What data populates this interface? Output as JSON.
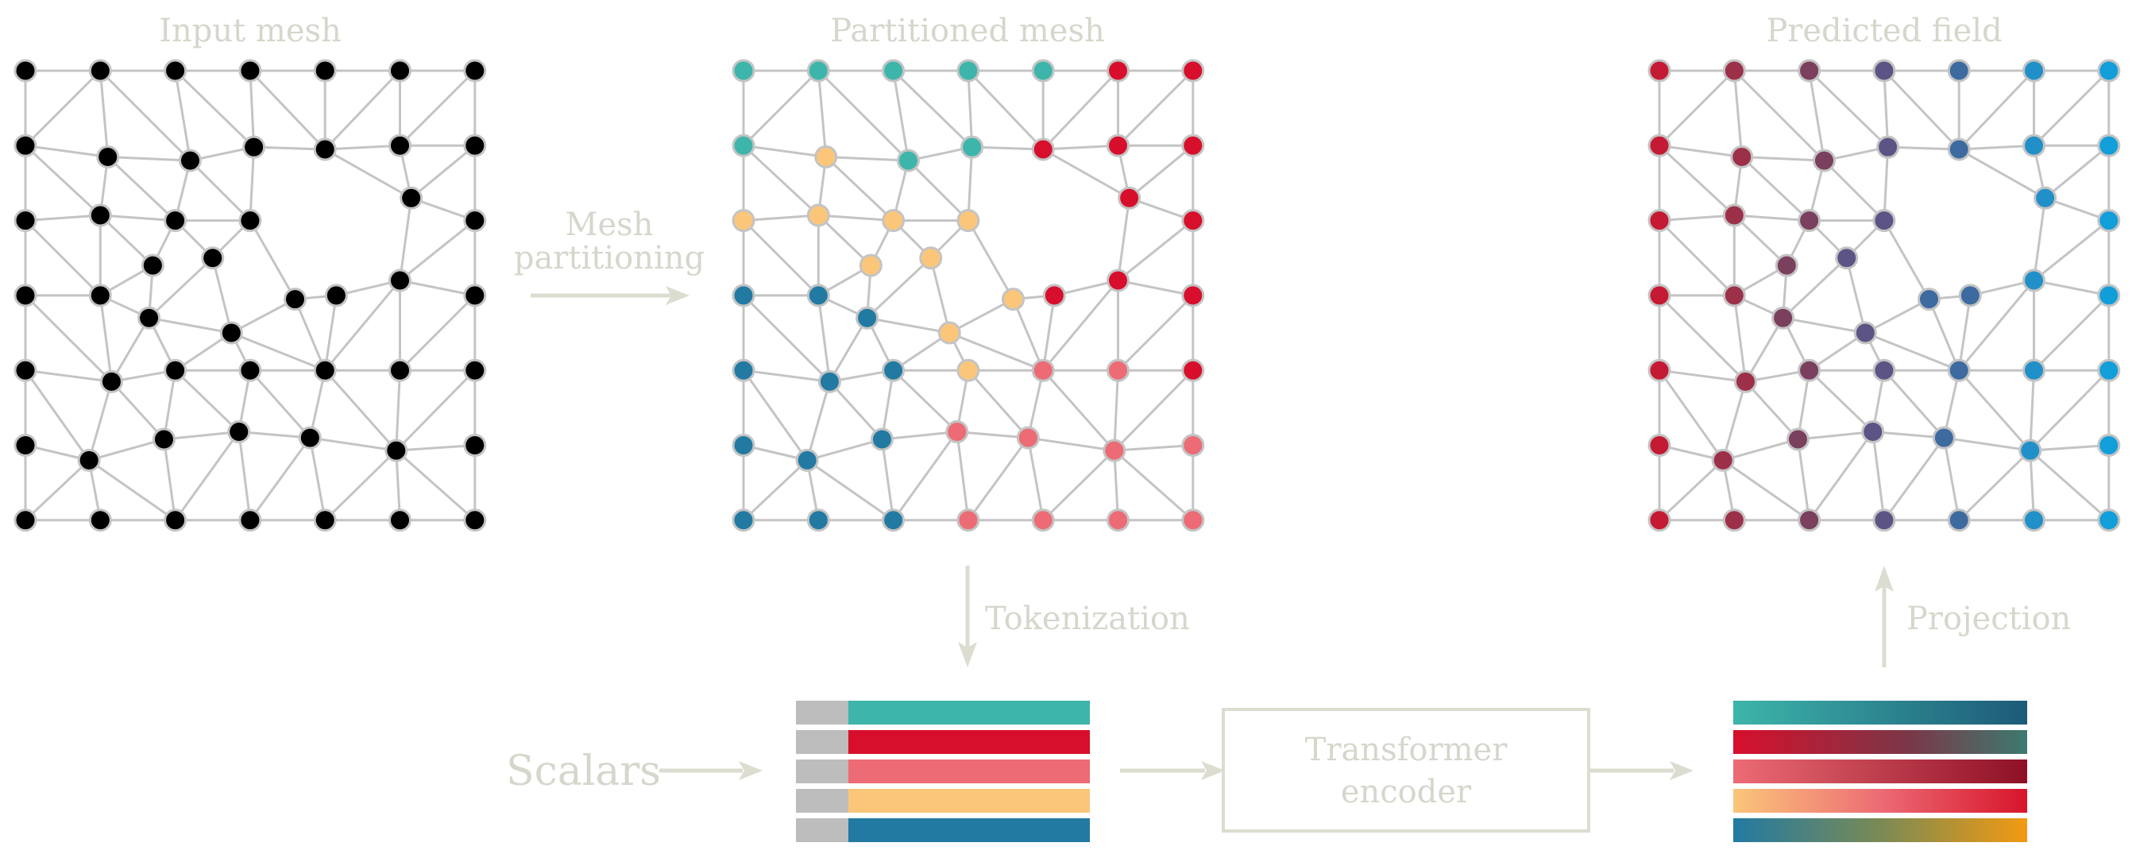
{
  "labels": {
    "input_mesh": "Input mesh",
    "partitioned_mesh": "Partitioned mesh",
    "predicted_field": "Predicted field",
    "mesh_partitioning_1": "Mesh",
    "mesh_partitioning_2": "partitioning",
    "tokenization": "Tokenization",
    "projection": "Projection",
    "scalars": "Scalars",
    "transformer_1": "Transformer",
    "transformer_2": "encoder"
  },
  "colors": {
    "black": "#000000",
    "teal": "#3db5aa",
    "red": "#d70f2c",
    "pink": "#ec6b74",
    "yellow": "#fbc67a",
    "blue": "#227aa2",
    "scalar_gray": "#bdbdbd",
    "field": [
      "#c41a33",
      "#9d3049",
      "#7a405e",
      "#5c5484",
      "#3d6ba0",
      "#2290c8",
      "#129ed9"
    ]
  },
  "mesh": {
    "nodes": [
      [
        0,
        0
      ],
      [
        1,
        0
      ],
      [
        2,
        0
      ],
      [
        3,
        0
      ],
      [
        4,
        0
      ],
      [
        5,
        0
      ],
      [
        6,
        0
      ],
      [
        0,
        1
      ],
      [
        1.1,
        1.15
      ],
      [
        2.2,
        1.2
      ],
      [
        3.05,
        1.02
      ],
      [
        4.0,
        1.05
      ],
      [
        5.0,
        1.0
      ],
      [
        6,
        1
      ],
      [
        0,
        2
      ],
      [
        1.0,
        1.93
      ],
      [
        2.0,
        2.0
      ],
      [
        3.0,
        2.0
      ],
      [
        5.15,
        1.7
      ],
      [
        6,
        2
      ],
      [
        1.7,
        2.6
      ],
      [
        2.5,
        2.5
      ],
      [
        3.6,
        3.05
      ],
      [
        4.15,
        3.0
      ],
      [
        5.0,
        2.8
      ],
      [
        6,
        3
      ],
      [
        0,
        3
      ],
      [
        1.0,
        3.0
      ],
      [
        1.65,
        3.3
      ],
      [
        2.75,
        3.5
      ],
      [
        0,
        4
      ],
      [
        1.15,
        4.15
      ],
      [
        2.0,
        4.0
      ],
      [
        3.0,
        4.0
      ],
      [
        4.0,
        4.0
      ],
      [
        5.0,
        4.0
      ],
      [
        6,
        4
      ],
      [
        0,
        5
      ],
      [
        0.85,
        5.2
      ],
      [
        1.85,
        4.92
      ],
      [
        2.85,
        4.82
      ],
      [
        3.8,
        4.9
      ],
      [
        4.95,
        5.07
      ],
      [
        6,
        5
      ],
      [
        0,
        6
      ],
      [
        1,
        6
      ],
      [
        2,
        6
      ],
      [
        3,
        6
      ],
      [
        4,
        6
      ],
      [
        5,
        6
      ],
      [
        6,
        6
      ]
    ],
    "partition": [
      "teal",
      "teal",
      "teal",
      "teal",
      "teal",
      "red",
      "red",
      "teal",
      "yellow",
      "teal",
      "teal",
      "red",
      "red",
      "red",
      "yellow",
      "yellow",
      "yellow",
      "yellow",
      "red",
      "red",
      "yellow",
      "yellow",
      "yellow",
      "red",
      "red",
      "red",
      "blue",
      "blue",
      "blue",
      "yellow",
      "blue",
      "blue",
      "blue",
      "yellow",
      "pink",
      "pink",
      "red",
      "blue",
      "blue",
      "blue",
      "pink",
      "pink",
      "pink",
      "pink",
      "blue",
      "blue",
      "blue",
      "pink",
      "pink",
      "pink",
      "pink"
    ]
  },
  "token_groups": [
    "teal",
    "red",
    "pink",
    "yellow",
    "blue"
  ]
}
